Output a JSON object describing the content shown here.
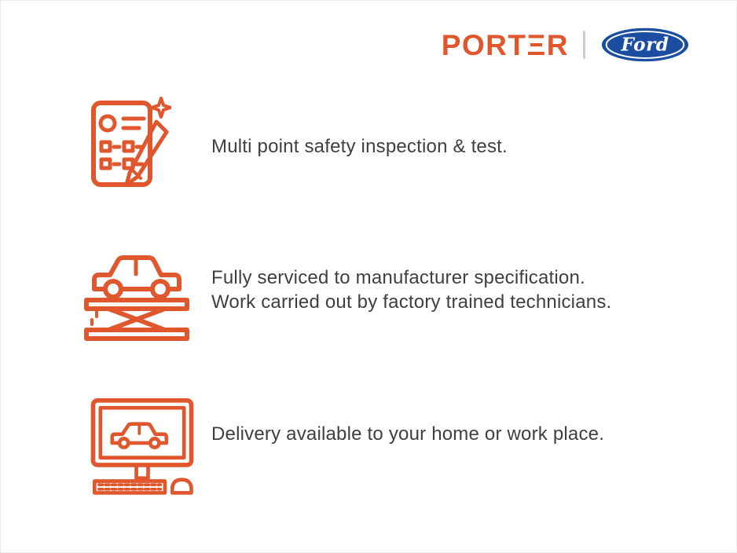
{
  "colors": {
    "accent_orange": "#E0572D",
    "ford_blue": "#1B4EA0",
    "text_gray": "#3F3F3F",
    "divider_gray": "#C9CDD3"
  },
  "header": {
    "brand": "PORTΞR",
    "ford": "Ford"
  },
  "features": [
    {
      "icon": "checklist-pencil-icon",
      "lines": [
        "Multi point safety inspection & test."
      ]
    },
    {
      "icon": "car-on-lift-icon",
      "lines": [
        "Fully serviced to manufacturer specification.",
        "Work carried out by factory trained technicians."
      ]
    },
    {
      "icon": "monitor-car-delivery-icon",
      "lines": [
        "Delivery available to your home or work place."
      ]
    }
  ]
}
